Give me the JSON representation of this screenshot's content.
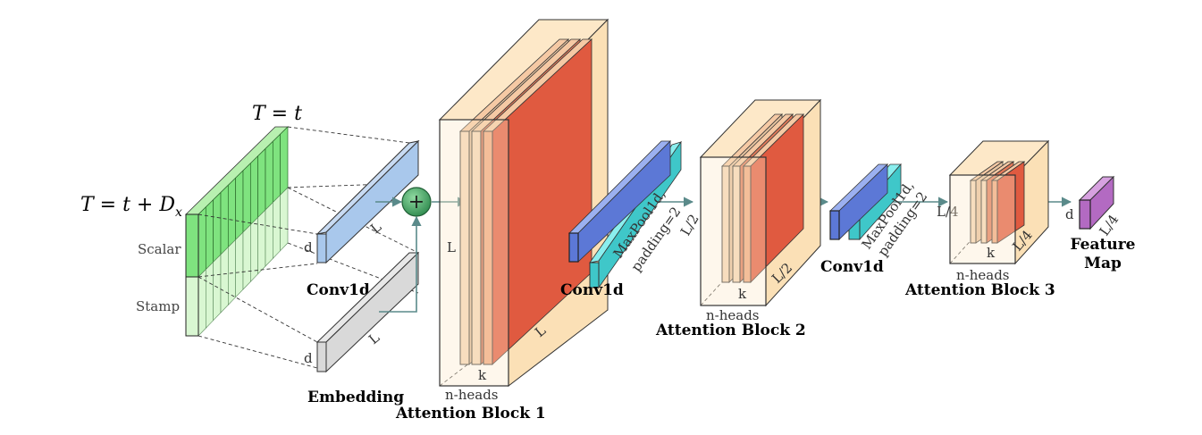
{
  "input": {
    "top_label": "T = t",
    "left_label": "T = t + D",
    "left_label_sub": "x",
    "scalar_label": "Scalar",
    "stamp_label": "Stamp"
  },
  "conv_in": {
    "name": "Conv1d",
    "dim_d": "d",
    "dim_L": "L"
  },
  "embedding": {
    "name": "Embedding",
    "dim_d": "d",
    "dim_L": "L"
  },
  "adder": {
    "symbol": "+"
  },
  "block1": {
    "name": "Attention Block 1",
    "dim_L": "L",
    "dim_L2": "L",
    "dim_k": "k",
    "dim_heads": "n-heads"
  },
  "conv2": {
    "name": "Conv1d"
  },
  "pool1": {
    "line1": "MaxPool1d,",
    "line2": "padding=2",
    "dim": "L/2"
  },
  "block2": {
    "name": "Attention Block 2",
    "dim_L": "L/2",
    "dim_k": "k",
    "dim_heads": "n-heads"
  },
  "conv3": {
    "name": "Conv1d"
  },
  "pool2": {
    "line1": "MaxPool1d,",
    "line2": "padding=2",
    "dim": "L/4"
  },
  "block3": {
    "name": "Attention Block 3",
    "dim_L": "L/4",
    "dim_k": "k",
    "dim_heads": "n-heads"
  },
  "output": {
    "name_line1": "Feature",
    "name_line2": "Map",
    "dim_d": "d",
    "dim_L": "L/4"
  },
  "colors": {
    "green": "#7fe37f",
    "green_light": "#d9f7d2",
    "blue": "#a9c8ec",
    "gray": "#d9d9d9",
    "peach": "#fde8c8",
    "red": "#e05a40",
    "conv_blue": "#5c78d6",
    "conv_cyan": "#3fc7c9",
    "purple": "#b36ac2",
    "arrow": "#5a8a8a",
    "adder": "#3c9a5e"
  }
}
